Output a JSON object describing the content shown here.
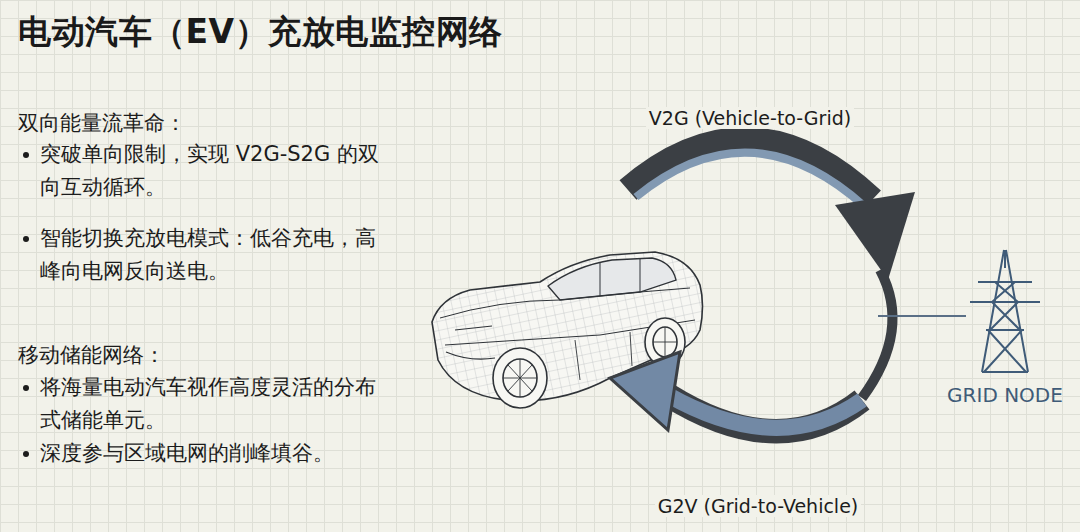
{
  "diagram": {
    "title": "电动汽车（EV）充放电监控网络",
    "labels": [
      "双向能量流革命：",
      "突破单向限制，实现 V2G-S2G 的双向互动循环。",
      "智能切换充放电模式：低谷充电，高峰向电网反向送电。",
      "移动储能网络：",
      "将海量电动汽车视作高度灵活的分布式储能单元。",
      "深度参与区域电网的削峰填谷。",
      "V2G (Vehicle-to-Grid)",
      "GRID NODE",
      "G2V (Grid-to-Vehicle)"
    ]
  }
}
